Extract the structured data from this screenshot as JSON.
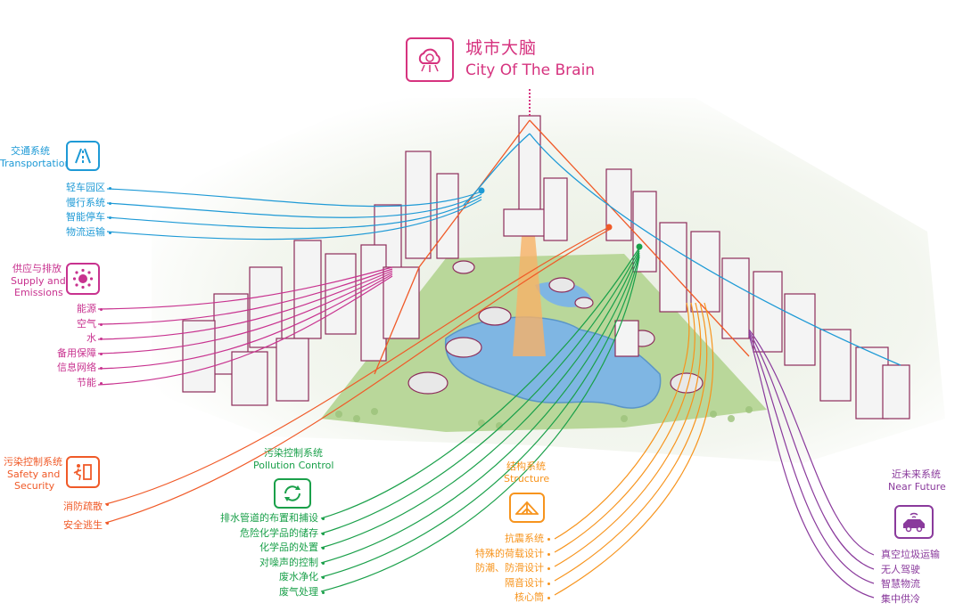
{
  "colors": {
    "brain": "#d6337f",
    "transport": "#1e9ad6",
    "supply": "#c8328f",
    "safety": "#f05a28",
    "pollution": "#1aa04a",
    "structure": "#f7941d",
    "future": "#8a3a9c"
  },
  "brain": {
    "title_cn": "城市大脑",
    "title_en": "City Of The Brain",
    "icon": "cloud-circuit-icon"
  },
  "transport": {
    "title_cn": "交通系统",
    "title_en": "Transportation",
    "icon": "road-icon",
    "items": [
      "轻车园区",
      "慢行系统",
      "智能停车",
      "物流运输"
    ]
  },
  "supply": {
    "title_cn": "供应与排放",
    "title_en_1": "Supply and",
    "title_en_2": "Emissions",
    "icon": "network-icon",
    "items": [
      "能源",
      "空气",
      "水",
      "备用保障",
      "信息网络",
      "节能"
    ]
  },
  "safety": {
    "title_cn": "污染控制系统",
    "title_en_1": "Safety and",
    "title_en_2": "Security",
    "icon": "exit-icon",
    "items": [
      "消防疏散",
      "安全逃生"
    ]
  },
  "pollution": {
    "title_cn": "污染控制系统",
    "title_en": "Pollution Control",
    "icon": "recycle-icon",
    "items": [
      "排水管道的布置和捕设",
      "危险化学品的储存",
      "化学品的处置",
      "对噪声的控制",
      "废水净化",
      "废气处理"
    ]
  },
  "structure": {
    "title_cn": "结构系统",
    "title_en": "Structure",
    "icon": "truss-icon",
    "items": [
      "抗震系统",
      "特殊的荷载设计",
      "防潮、防滑设计",
      "隔音设计",
      "核心筒"
    ]
  },
  "future": {
    "title_cn": "近未来系统",
    "title_en": "Near Future",
    "icon": "autonomous-car-icon",
    "items": [
      "真空垃圾运输",
      "无人驾驶",
      "智慧物流",
      "集中供冷"
    ]
  }
}
